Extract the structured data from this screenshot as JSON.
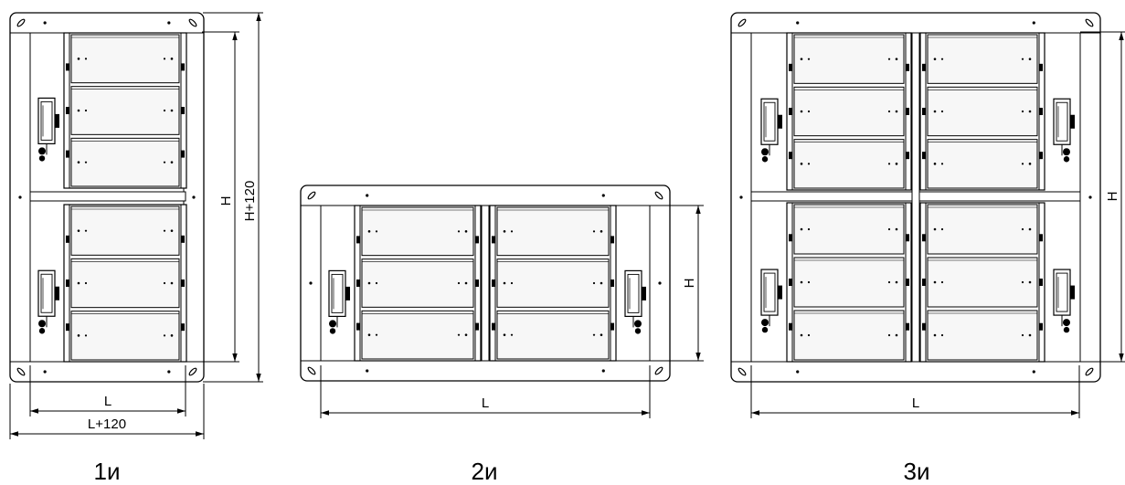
{
  "variants": [
    {
      "caption": "1и",
      "dims": {
        "width": "L",
        "height": "H",
        "outer_width": "L+120",
        "outer_height": "H+120"
      }
    },
    {
      "caption": "2и",
      "dims": {
        "width": "L",
        "height": "H"
      }
    },
    {
      "caption": "3и",
      "dims": {
        "width": "L",
        "height": "H"
      }
    }
  ],
  "colors": {
    "stroke": "#000000",
    "frame_fill": "#ffffff",
    "blade_fill": "#f7f7f7"
  }
}
